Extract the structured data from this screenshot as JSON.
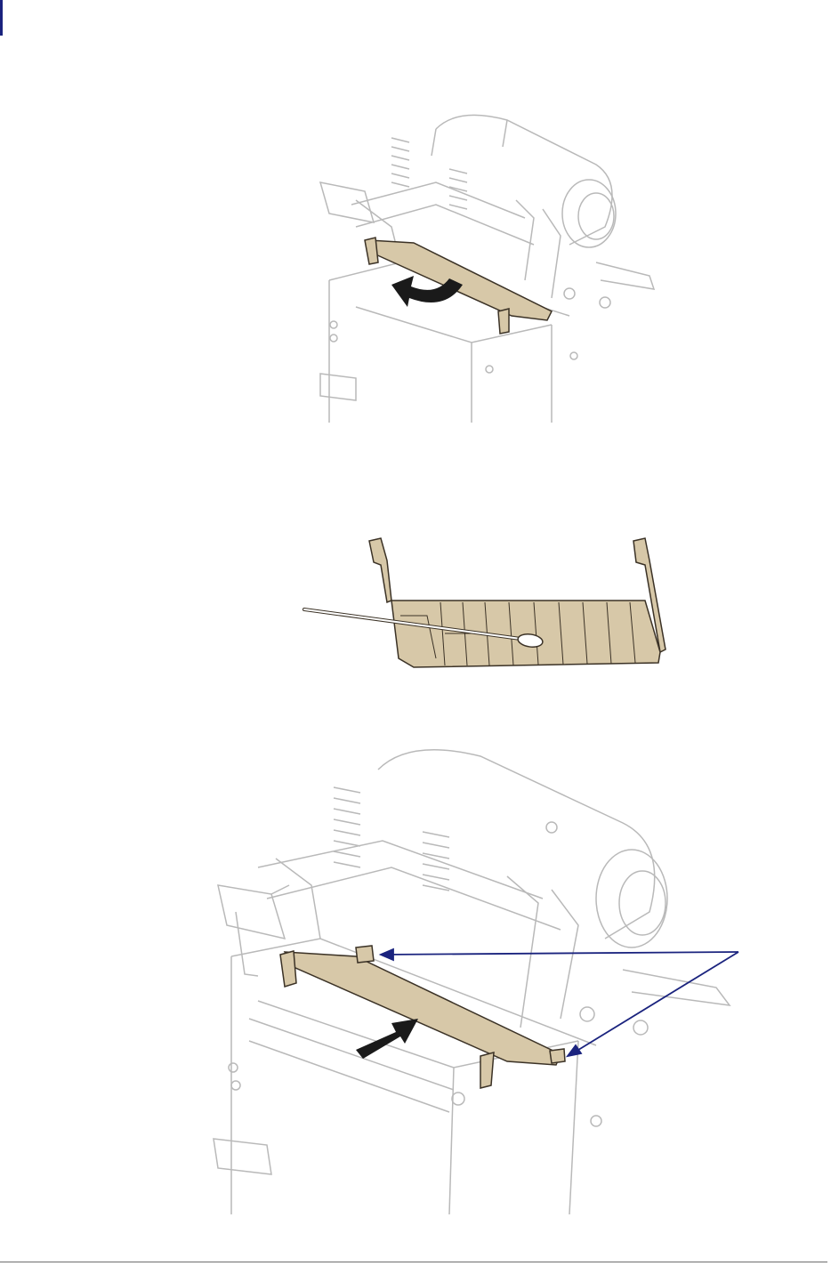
{
  "page": {
    "figures": [
      {
        "id": "fig-remove-guide",
        "subject": "media-guide",
        "arrow": "curved-pull-out-arrow"
      },
      {
        "id": "fig-clean-guide",
        "subject": "media-guide-with-swab",
        "tool": "cotton-swab"
      },
      {
        "id": "fig-install-guide",
        "subject": "media-guide",
        "arrow": "push-in-arrow",
        "callouts": 2
      }
    ],
    "colors": {
      "guide_fill": "#d7c8a8",
      "guide_stroke": "#3b3226",
      "machine_line": "#b9b9b9",
      "arrow": "#1a1a1a",
      "callout": "#1a237e",
      "edge_mark": "#1a237e",
      "rule": "#6e6e6e"
    }
  }
}
